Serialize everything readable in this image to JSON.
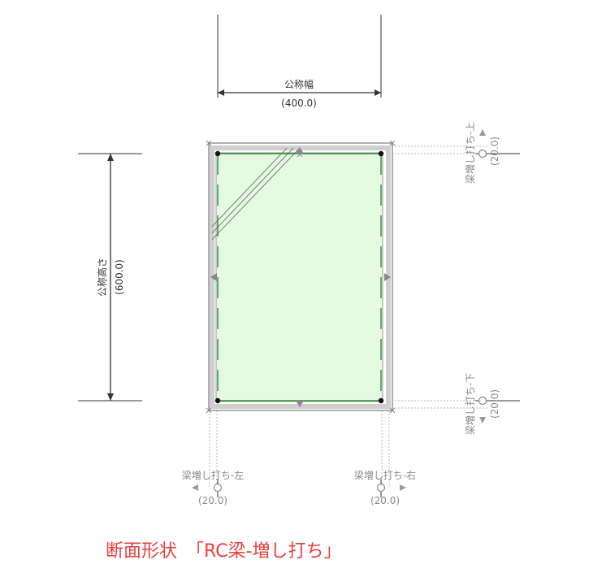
{
  "diagram": {
    "width_label": "公称幅",
    "width_value": "(400.0)",
    "height_label": "公称高さ",
    "height_value": "(600.0)",
    "top_label": "梁増し打ち-上",
    "top_value": "(20.0)",
    "bottom_label": "梁増し打ち-下",
    "bottom_value": "(20.0)",
    "left_label": "梁増し打ち-左",
    "left_value": "(20.0)",
    "right_label": "梁増し打ち-右",
    "right_value": "(20.0)",
    "caption": "断面形状　「RC梁-増し打ち」"
  },
  "colors": {
    "caption": "#e8403c",
    "fill": "#e4fbe2",
    "rebar": "#2e8b2e",
    "outline": "#555555",
    "dim": "#333333",
    "guide": "#9a9a9a"
  }
}
